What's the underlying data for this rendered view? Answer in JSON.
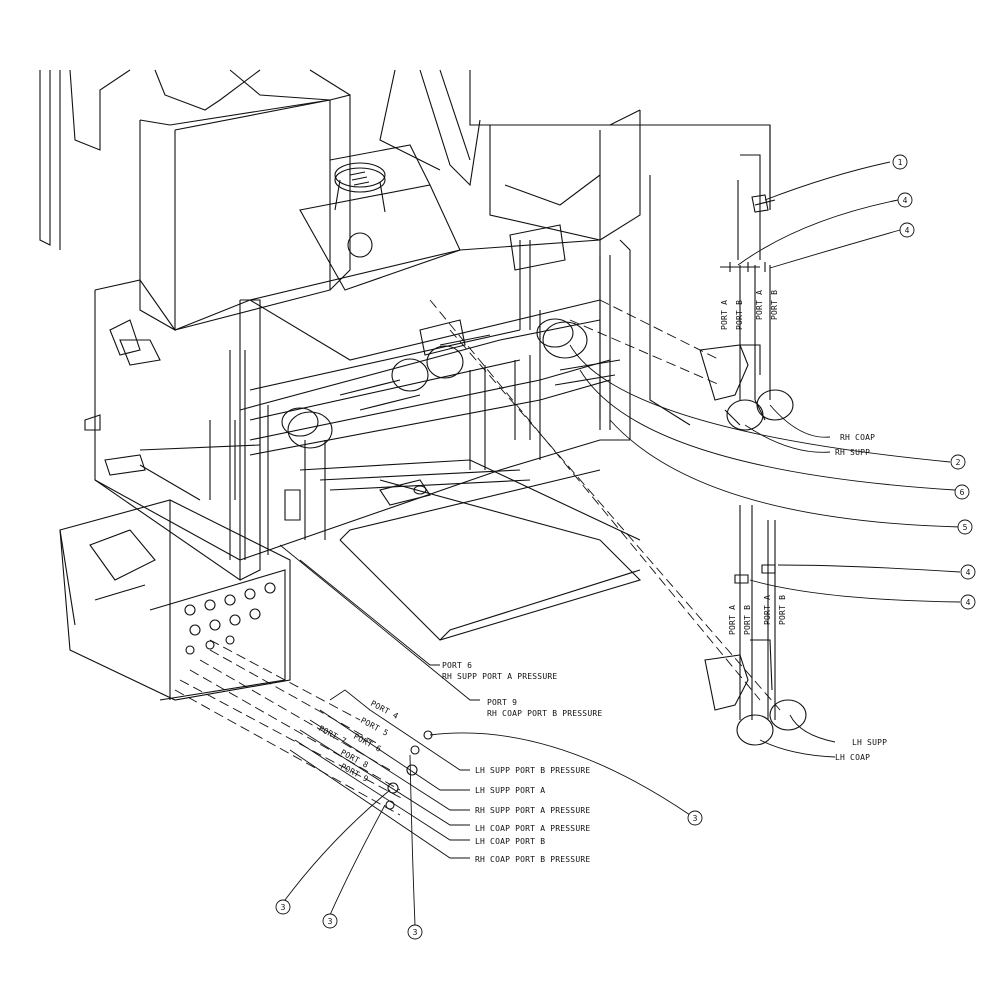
{
  "callouts": {
    "c1": "1",
    "c4a": "4",
    "c4b": "4",
    "c2": "2",
    "c6": "6",
    "c5": "5",
    "c4c": "4",
    "c4d": "4",
    "c3a": "3",
    "c3b": "3",
    "c3c": "3",
    "c3d": "3"
  },
  "rh_ports": {
    "port_a_1": "PORT A",
    "port_b_1": "PORT B",
    "port_a_2": "PORT A",
    "port_b_2": "PORT B"
  },
  "lh_ports": {
    "port_a_1": "PORT A",
    "port_b_1": "PORT B",
    "port_a_2": "PORT A",
    "port_b_2": "PORT B"
  },
  "rh_labels": {
    "coap": "RH COAP",
    "supp": "RH SUPP"
  },
  "lh_labels": {
    "supp": "LH SUPP",
    "coap": "LH COAP"
  },
  "center_labels": {
    "port6": "PORT 6",
    "port6_desc": "RH SUPP PORT A PRESSURE",
    "port9": "PORT 9",
    "port9_desc": "RH COAP PORT B PRESSURE"
  },
  "panel_ports": {
    "p4": "PORT 4",
    "p5": "PORT 5",
    "p6": "PORT 6",
    "p7": "PORT 7",
    "p8": "PORT 8",
    "p9": "PORT 9"
  },
  "pressure_labels": {
    "l1": "LH SUPP PORT B PRESSURE",
    "l2": "LH SUPP PORT A",
    "l3": "RH SUPP PORT A PRESSURE",
    "l4": "LH COAP PORT A PRESSURE",
    "l5": "LH COAP PORT B",
    "l6": "RH COAP PORT B PRESSURE"
  }
}
